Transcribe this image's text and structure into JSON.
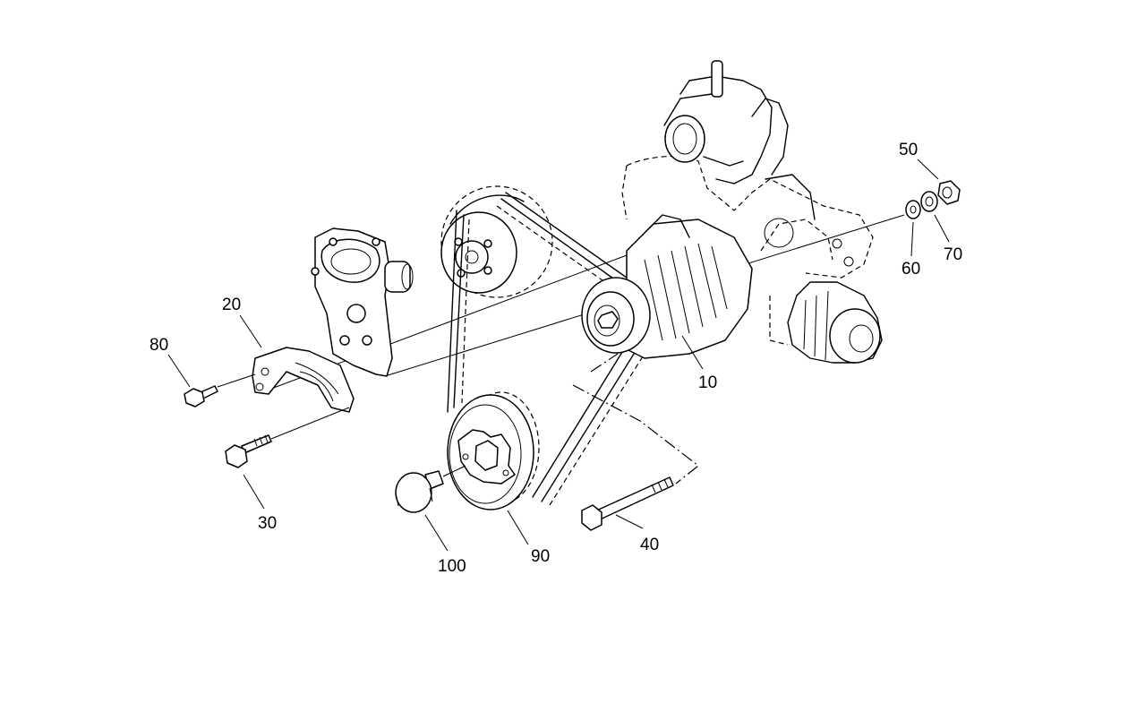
{
  "callouts": [
    {
      "id": "alternator",
      "label": "10"
    },
    {
      "id": "bracket",
      "label": "20"
    },
    {
      "id": "bolt-30",
      "label": "30"
    },
    {
      "id": "bolt-40",
      "label": "40"
    },
    {
      "id": "nut-50",
      "label": "50"
    },
    {
      "id": "washer-60",
      "label": "60"
    },
    {
      "id": "washer-70",
      "label": "70"
    },
    {
      "id": "bolt-80",
      "label": "80"
    },
    {
      "id": "pulley",
      "label": "90"
    },
    {
      "id": "bolt-100",
      "label": "100"
    }
  ]
}
